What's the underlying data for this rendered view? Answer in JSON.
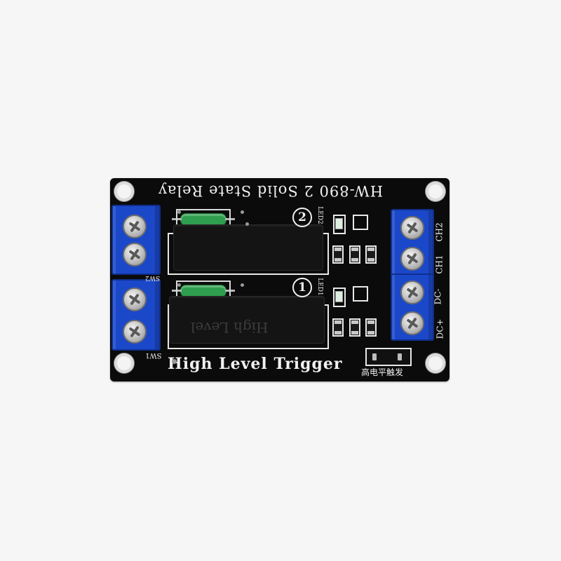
{
  "board": {
    "model_title": "HW-890 2 Solid State Relay",
    "trigger_label": "High Level Trigger",
    "trigger_label_cn": "高电平触发",
    "sw1_label": "SW1",
    "sw2_label": "SW2",
    "led1_label": "LED1",
    "led2_label": "LED2",
    "channel1_mark": "1",
    "channel2_mark": "2",
    "ssr_text": "High Level",
    "pins": [
      "CH2",
      "CH1",
      "DC-",
      "DC+"
    ]
  },
  "colors": {
    "pcb": "#0b0b0b",
    "terminal_blue": "#1b48c9",
    "fuse_green": "#2f9e4e",
    "silkscreen": "#f2f2f2"
  }
}
